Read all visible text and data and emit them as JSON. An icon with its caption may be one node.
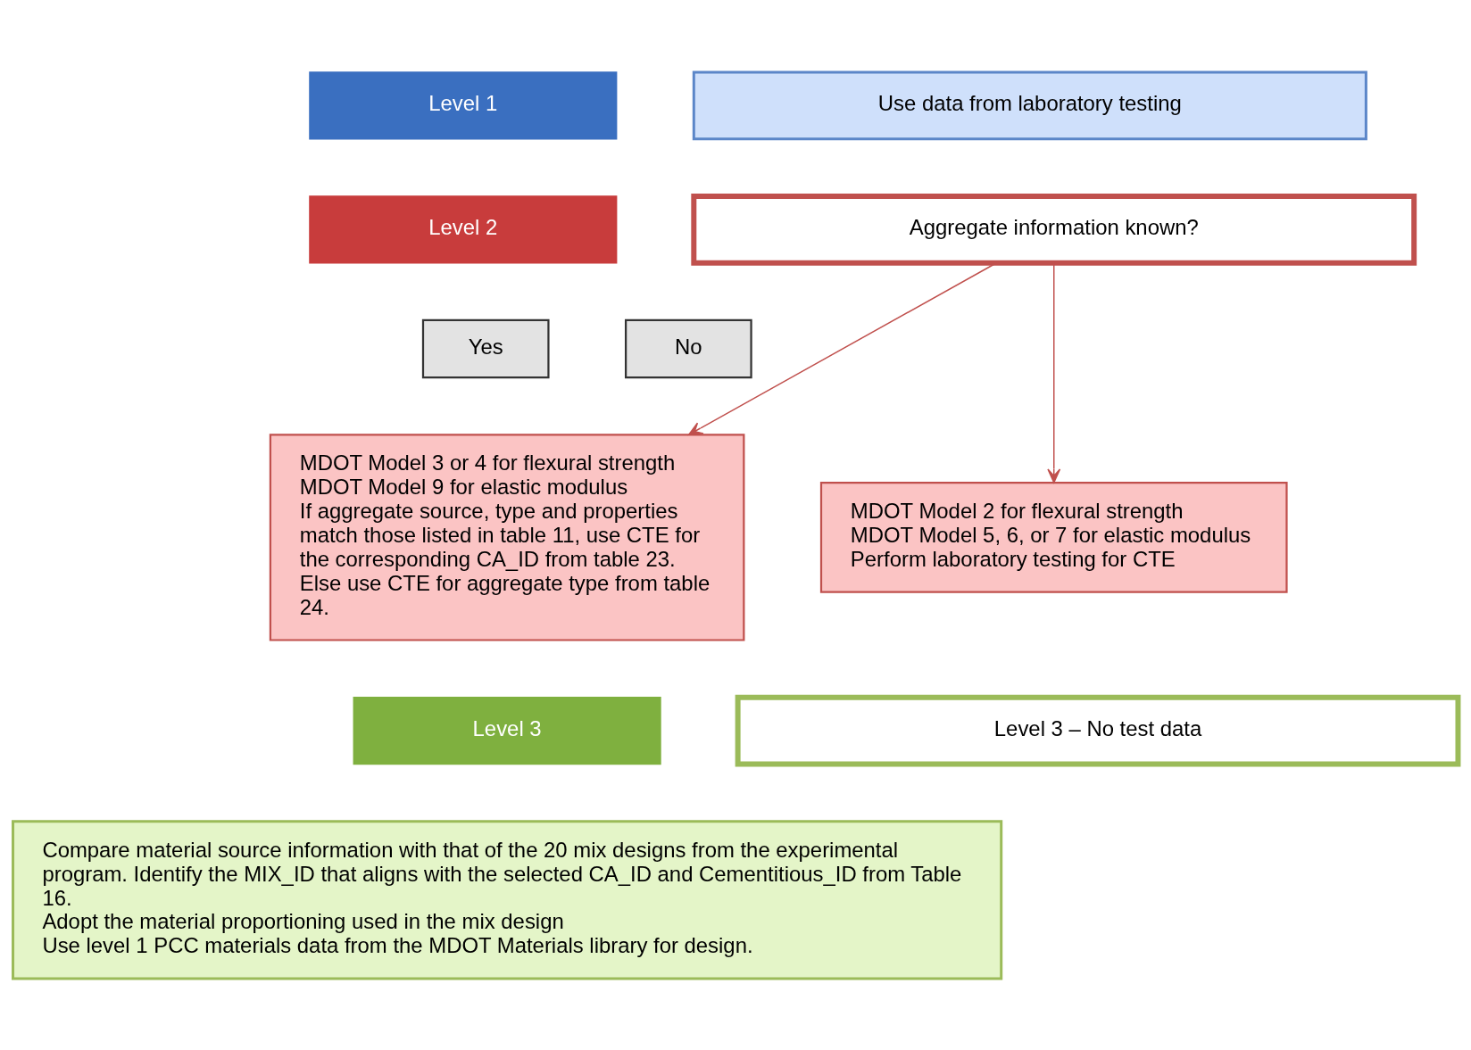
{
  "diagram": {
    "nodes": [
      {
        "text": [
          "Level 1"
        ]
      },
      {
        "text": [
          "Use data from laboratory testing"
        ]
      },
      {
        "text": [
          "Level 2"
        ]
      },
      {
        "text": [
          "Aggregate information known?"
        ]
      },
      {
        "text": [
          "Yes"
        ]
      },
      {
        "text": [
          "No"
        ]
      },
      {
        "text": [
          "MDOT Model 3 or 4 for flexural strength",
          "MDOT Model 9 for elastic modulus",
          "If aggregate source, type and properties match those listed in table 11, use CTE for the corresponding CA_ID from table 23.",
          "Else use CTE for aggregate type from table 24."
        ]
      },
      {
        "text": [
          "MDOT Model 2 for flexural strength",
          "MDOT Model 5, 6, or 7 for elastic modulus",
          "Perform laboratory testing for CTE"
        ]
      },
      {
        "text": [
          "Level 3"
        ]
      },
      {
        "text": [
          "Level 3 – No test data"
        ]
      },
      {
        "text": [
          "Compare material source information with that of the 20 mix designs from the experimental program. Identify the MIX_ID that aligns with the selected CA_ID and Cementitious_ID from Table 16.",
          "Adopt the material proportioning used in the mix design",
          "Use level 1 PCC materials data from the MDOT Materials library for design."
        ]
      }
    ],
    "edges": [
      {
        "from": 3,
        "to": 6,
        "arrow": "to"
      },
      {
        "from": 3,
        "to": 7,
        "arrow": "to"
      }
    ]
  }
}
